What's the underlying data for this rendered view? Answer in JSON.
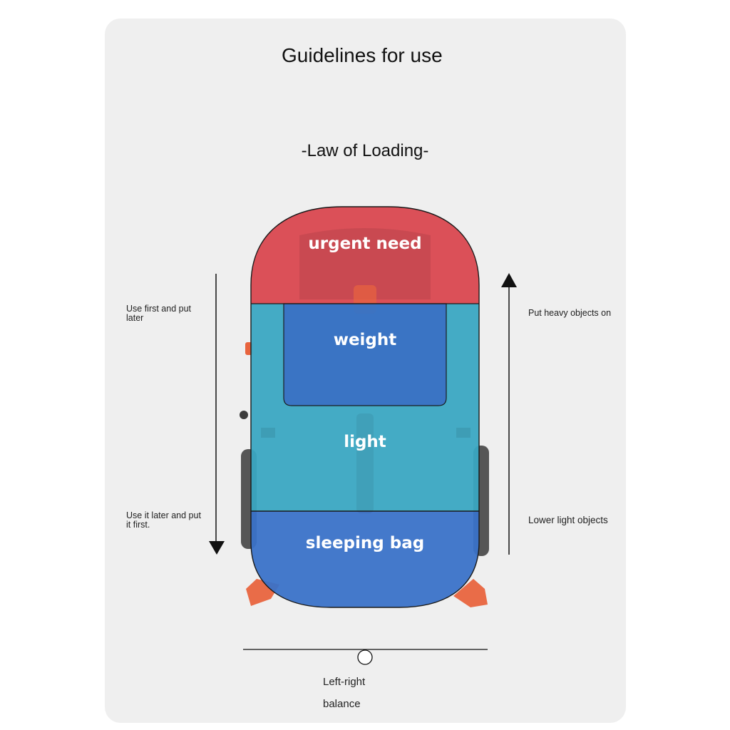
{
  "header": {
    "title": "Guidelines for use",
    "subtitle": "-Law of Loading-"
  },
  "zones": {
    "top": "urgent need",
    "upper_inner": "weight",
    "middle": "light",
    "bottom": "sleeping bag"
  },
  "left_arrow": {
    "top_text": "Use first and put later",
    "bottom_text": "Use it later and put it first.",
    "direction": "down"
  },
  "right_arrow": {
    "top_text": "Put heavy objects on",
    "bottom_text": "Lower light objects",
    "direction": "up"
  },
  "balance": {
    "line1": "Left-right",
    "line2": "balance"
  },
  "colors": {
    "urgent_need": "#d9474f",
    "weight": "#3a73c4",
    "light": "#3aa7c2",
    "sleeping_bag": "#3a72c8",
    "card": "#efefef",
    "strap": "#e8643e"
  }
}
